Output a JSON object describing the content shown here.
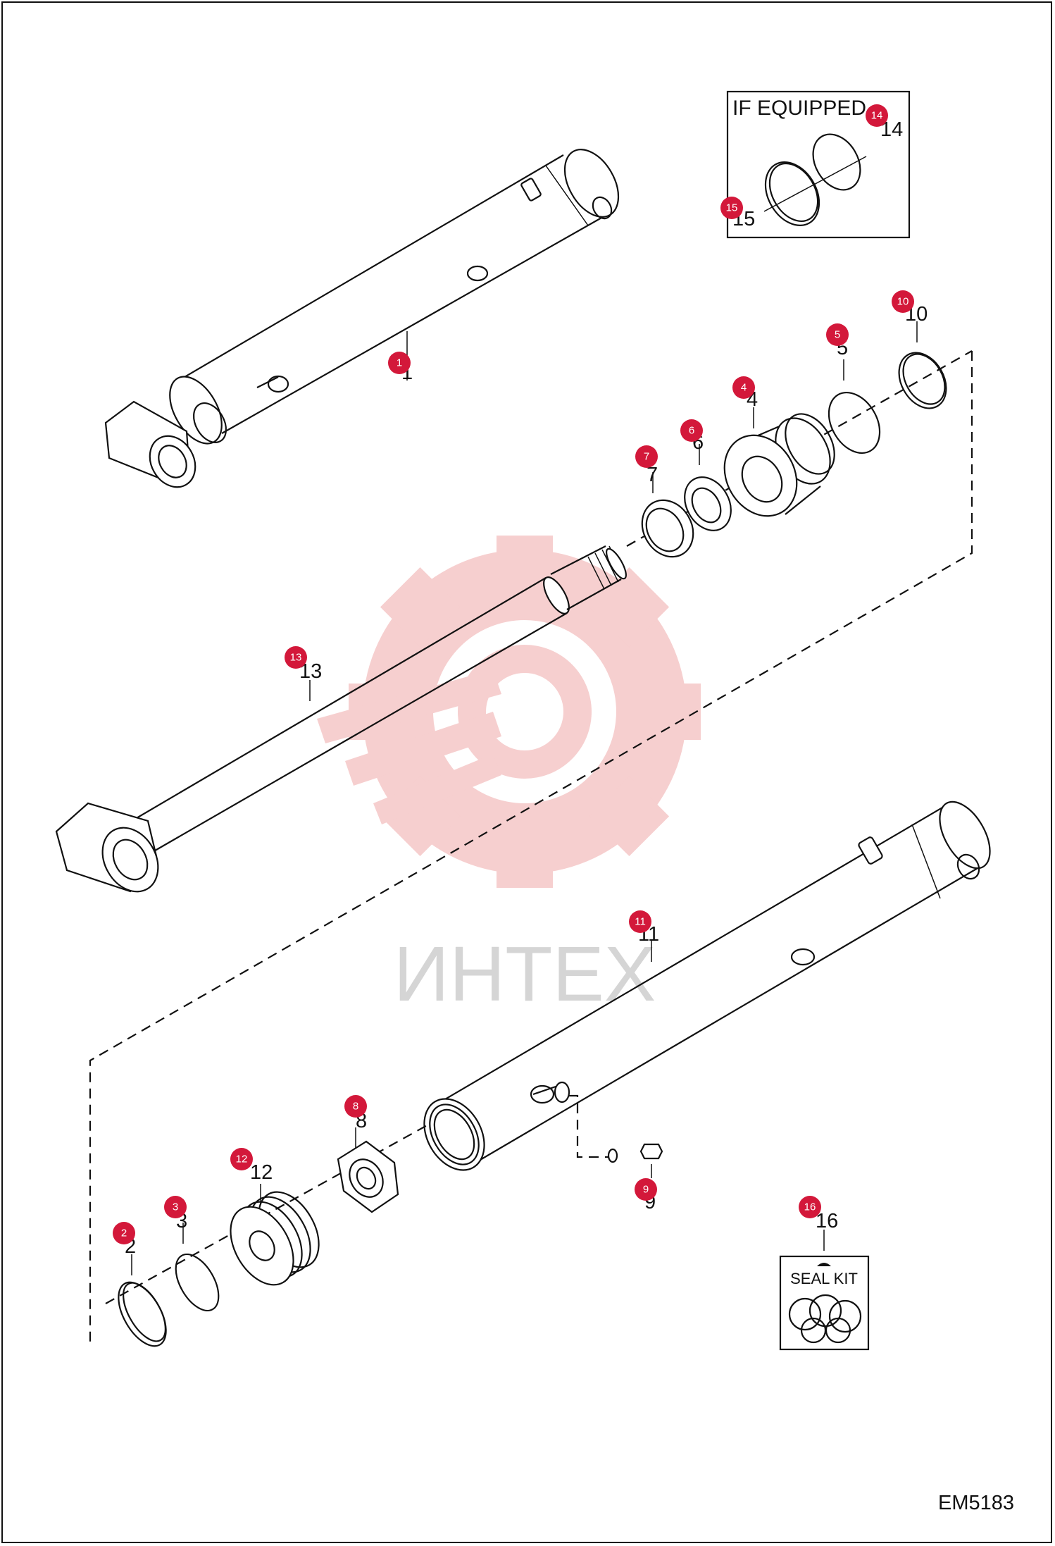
{
  "diagram": {
    "inset_title": "IF EQUIPPED",
    "seal_kit_label": "SEAL KIT",
    "figure_code": "EM5183",
    "watermark_text": "ИНТЕХ",
    "colors": {
      "badge": "#d3183a",
      "line": "#111111",
      "watermark_gear": "#f3c9c9",
      "watermark_text": "#d5d5d5"
    },
    "parts": [
      {
        "badge": "1",
        "label": "1"
      },
      {
        "badge": "2",
        "label": "2"
      },
      {
        "badge": "3",
        "label": "3"
      },
      {
        "badge": "4",
        "label": "4"
      },
      {
        "badge": "5",
        "label": "5"
      },
      {
        "badge": "6",
        "label": "6"
      },
      {
        "badge": "7",
        "label": "7"
      },
      {
        "badge": "8",
        "label": "8"
      },
      {
        "badge": "9",
        "label": "9"
      },
      {
        "badge": "10",
        "label": "10"
      },
      {
        "badge": "11",
        "label": "11"
      },
      {
        "badge": "12",
        "label": "12"
      },
      {
        "badge": "13",
        "label": "13"
      },
      {
        "badge": "14",
        "label": "14"
      },
      {
        "badge": "15",
        "label": "15"
      },
      {
        "badge": "16",
        "label": "16"
      }
    ]
  }
}
